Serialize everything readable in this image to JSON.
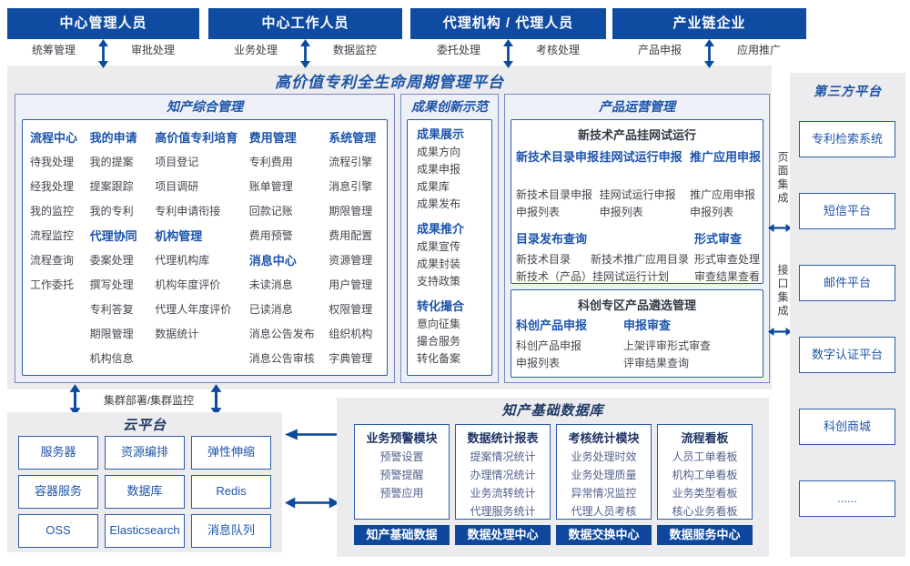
{
  "colors": {
    "brand": "#0e4ba1",
    "accent": "#1b54a8",
    "header_blue": "#1d55ab",
    "navy": "#1e3464",
    "item_gray": "#43474d",
    "muted_blue": "#54638e",
    "panel_gray": "#ececee",
    "section_bg": "#eef0f8",
    "border_blue": "#2e5ca8"
  },
  "roles": [
    {
      "title": "中心管理人员",
      "left": "统筹管理",
      "right": "审批处理"
    },
    {
      "title": "中心工作人员",
      "left": "业务处理",
      "right": "数据监控"
    },
    {
      "title": "代理机构 / 代理人员",
      "left": "委托处理",
      "right": "考核处理"
    },
    {
      "title": "产业链企业",
      "left": "产品申报",
      "right": "应用推广"
    }
  ],
  "platform": {
    "title": "高价值专利全生命周期管理平台"
  },
  "ip": {
    "title": "知产综合管理",
    "columns": [
      [
        {
          "k": "hd",
          "t": "流程中心"
        },
        {
          "t": "待我处理"
        },
        {
          "t": "经我处理"
        },
        {
          "t": "我的监控"
        },
        {
          "t": "流程监控"
        },
        {
          "t": "流程查询"
        },
        {
          "t": "工作委托"
        }
      ],
      [
        {
          "k": "hd",
          "t": "我的申请"
        },
        {
          "t": "我的提案"
        },
        {
          "t": "提案跟踪"
        },
        {
          "t": "我的专利"
        },
        {
          "k": "hd",
          "t": "代理协同"
        },
        {
          "t": "委案处理"
        },
        {
          "t": "撰写处理"
        },
        {
          "t": "专利答复"
        },
        {
          "t": "期限管理"
        },
        {
          "t": "机构信息"
        }
      ],
      [
        {
          "k": "hd",
          "t": "高价值专利培育"
        },
        {
          "t": "项目登记"
        },
        {
          "t": "项目调研"
        },
        {
          "t": "专利申请衔接"
        },
        {
          "k": "hd",
          "t": "机构管理"
        },
        {
          "t": "代理机构库"
        },
        {
          "t": "机构年度评价"
        },
        {
          "t": "代理人年度评价"
        },
        {
          "t": "数据统计"
        }
      ],
      [
        {
          "k": "hd",
          "t": "费用管理"
        },
        {
          "t": "专利费用"
        },
        {
          "t": "账单管理"
        },
        {
          "t": "回款记账"
        },
        {
          "t": "费用预警"
        },
        {
          "k": "hd",
          "t": "消息中心"
        },
        {
          "t": "未读消息"
        },
        {
          "t": "已读消息"
        },
        {
          "t": "消息公告发布"
        },
        {
          "t": "消息公告审核"
        }
      ],
      [
        {
          "k": "hd",
          "t": "系统管理"
        },
        {
          "t": "流程引擎"
        },
        {
          "t": "消息引擎"
        },
        {
          "t": "期限管理"
        },
        {
          "t": "费用配置"
        },
        {
          "t": "资源管理"
        },
        {
          "t": "用户管理"
        },
        {
          "t": "权限管理"
        },
        {
          "t": "组织机构"
        },
        {
          "t": "字典管理"
        }
      ]
    ]
  },
  "achv": {
    "title": "成果创新示范",
    "entries": [
      {
        "k": "hd",
        "t": "成果展示"
      },
      {
        "t": "成果方向"
      },
      {
        "t": "成果申报"
      },
      {
        "t": "成果库"
      },
      {
        "t": "成果发布"
      },
      {
        "k": "hd",
        "t": "成果推介"
      },
      {
        "t": "成果宣传"
      },
      {
        "t": "成果封装"
      },
      {
        "t": "支持政策"
      },
      {
        "k": "hd",
        "t": "转化撮合"
      },
      {
        "t": "意向征集"
      },
      {
        "t": "撮合服务"
      },
      {
        "t": "转化备案"
      }
    ]
  },
  "ops": {
    "title": "产品运营管理",
    "net": {
      "title": "新技术产品挂网试运行",
      "cols": [
        {
          "h": "新技术目录申报",
          "items": [
            "新技术目录申报",
            "申报列表"
          ]
        },
        {
          "h": "挂网试运行申报",
          "items": [
            "挂网试运行申报",
            "申报列表"
          ]
        },
        {
          "h": "推广应用申报",
          "items": [
            "推广应用申报",
            "申报列表"
          ]
        }
      ],
      "catalog": {
        "h": "目录发布查询",
        "row": [
          "新技术目录",
          "新技术推广应用目录"
        ],
        "line": "新技术（产品）挂网试运行计划"
      },
      "review": {
        "h": "形式审查",
        "items": [
          "形式审查处理",
          "审查结果查看"
        ]
      }
    },
    "kc": {
      "title": "科创专区产品遴选管理",
      "cols": [
        {
          "h": "科创产品申报",
          "items": [
            "科创产品申报",
            "申报列表"
          ]
        },
        {
          "h": "申报审查",
          "items": [
            "上架评审形式审查",
            "评审结果查询"
          ]
        }
      ]
    }
  },
  "integration": {
    "page": "页面集成",
    "api": "接口集成"
  },
  "third": {
    "title": "第三方平台",
    "items": [
      "专利检索系统",
      "短信平台",
      "邮件平台",
      "数字认证平台",
      "科创商城",
      "......"
    ]
  },
  "cluster": {
    "label": "集群部署/集群监控"
  },
  "cloud": {
    "title": "云平台",
    "items": [
      "服务器",
      "资源编排",
      "弹性伸缩",
      "容器服务",
      "数据库",
      "Redis",
      "OSS",
      "Elasticsearch",
      "消息队列"
    ]
  },
  "db": {
    "title": "知产基础数据库",
    "modules": [
      {
        "h": "业务预警模块",
        "items": [
          "预警设置",
          "预警提醒",
          "预警应用"
        ]
      },
      {
        "h": "数据统计报表",
        "items": [
          "提案情况统计",
          "办理情况统计",
          "业务流转统计",
          "代理服务统计"
        ]
      },
      {
        "h": "考核统计模块",
        "items": [
          "业务处理时效",
          "业务处理质量",
          "异常情况监控",
          "代理人员考核"
        ]
      },
      {
        "h": "流程看板",
        "items": [
          "人员工单看板",
          "机构工单看板",
          "业务类型看板",
          "核心业务看板"
        ]
      }
    ],
    "centers": [
      "知产基础数据",
      "数据处理中心",
      "数据交换中心",
      "数据服务中心"
    ]
  }
}
